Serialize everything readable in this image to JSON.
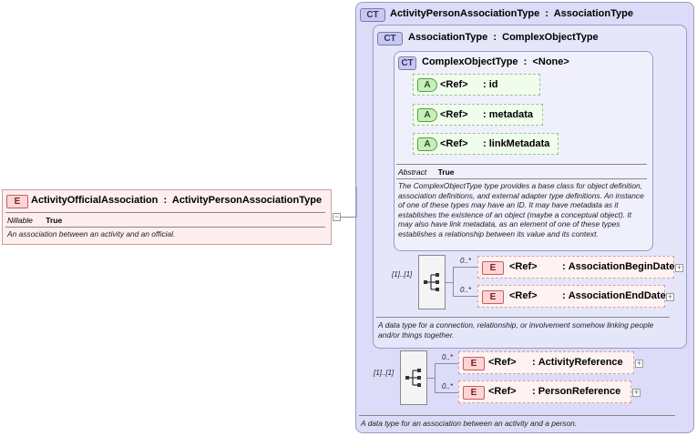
{
  "root": {
    "badge": "E",
    "name": "ActivityOfficialAssociation",
    "type": "ActivityPersonAssociationType",
    "nillable_label": "Nillable",
    "nillable_value": "True",
    "description": "An association between an activity and an official."
  },
  "outer_type": {
    "badge": "CT",
    "name": "ActivityPersonAssociationType",
    "base": "AssociationType",
    "description": "A data type for an association between an activity and a person.",
    "sequence_cardinality": "[1]..[1]",
    "elements": [
      {
        "badge": "E",
        "ref": "<Ref>",
        "name": "ActivityReference",
        "cardinality": "0..*"
      },
      {
        "badge": "E",
        "ref": "<Ref>",
        "name": "PersonReference",
        "cardinality": "0..*"
      }
    ]
  },
  "mid_type": {
    "badge": "CT",
    "name": "AssociationType",
    "base": "ComplexObjectType",
    "description": "A data type for a connection, relationship, or involvement somehow linking people and/or things together.",
    "sequence_cardinality": "[1]..[1]",
    "elements": [
      {
        "badge": "E",
        "ref": "<Ref>",
        "name": "AssociationBeginDate",
        "cardinality": "0..*"
      },
      {
        "badge": "E",
        "ref": "<Ref>",
        "name": "AssociationEndDate",
        "cardinality": "0..*"
      }
    ]
  },
  "inner_type": {
    "badge": "CT",
    "name": "ComplexObjectType",
    "base": "<None>",
    "attributes": [
      {
        "badge": "A",
        "ref": "<Ref>",
        "name": "id"
      },
      {
        "badge": "A",
        "ref": "<Ref>",
        "name": "metadata"
      },
      {
        "badge": "A",
        "ref": "<Ref>",
        "name": "linkMetadata"
      }
    ],
    "abstract_label": "Abstract",
    "abstract_value": "True",
    "description": "The ComplexObjectType type provides a base class for object definition, association definitions, and external adapter type definitions. An instance of one of these types may have an ID. It may have metadata as it establishes the existence of an object (maybe a conceptual object). It may also have link metadata, as an element of one of these types establishes a relationship between its value and its context."
  },
  "colors": {
    "element_fill": "#fff2f2",
    "attribute_fill": "#f0fcec",
    "complex_type_fill": "#dcdcf8"
  }
}
